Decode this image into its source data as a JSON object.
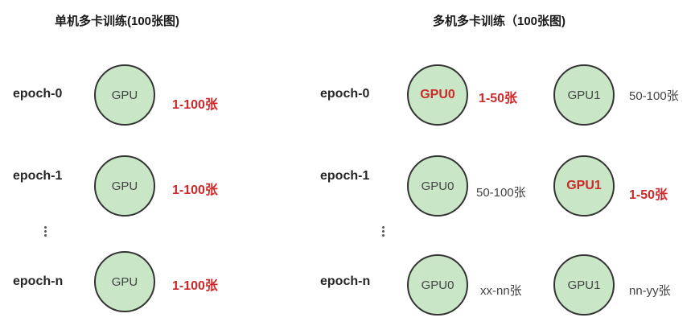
{
  "left_title": "单机多卡训练(100张图)",
  "right_title": "多机多卡训练（100张图)",
  "left": {
    "rows": [
      {
        "epoch": "epoch-0",
        "gpu": "GPU",
        "range": "1-100张"
      },
      {
        "epoch": "epoch-1",
        "gpu": "GPU",
        "range": "1-100张"
      },
      {
        "epoch": "epoch-n",
        "gpu": "GPU",
        "range": "1-100张"
      }
    ]
  },
  "right": {
    "rows": [
      {
        "epoch": "epoch-0",
        "gpu0": "GPU0",
        "range0": "1-50张",
        "gpu1": "GPU1",
        "range1": "50-100张"
      },
      {
        "epoch": "epoch-1",
        "gpu0": "GPU0",
        "range0": "50-100张",
        "gpu1": "GPU1",
        "range1": "1-50张"
      },
      {
        "epoch": "epoch-n",
        "gpu0": "GPU0",
        "range0": "xx-nn张",
        "gpu1": "GPU1",
        "range1": "nn-yy张"
      }
    ]
  },
  "colors": {
    "node_fill": "#c9e7c7",
    "node_border": "#333333",
    "highlight": "#cc2a2a"
  },
  "icons": {
    "ellipsis": "vertical-ellipsis-icon"
  }
}
